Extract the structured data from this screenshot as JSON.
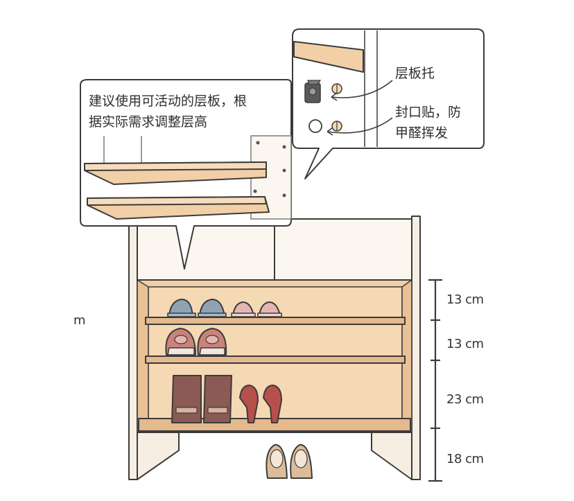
{
  "callouts": {
    "shelf_advice_line1": "建议使用可活动的层板，根",
    "shelf_advice_line2": "据实际需求调整层高",
    "shelf_support": "层板托",
    "seal_line1": "封口贴，防",
    "seal_line2": "甲醛挥发"
  },
  "dimensions": {
    "edge_fragment": "m",
    "levels": [
      "13 cm",
      "13 cm",
      "23 cm",
      "18 cm"
    ]
  },
  "colors": {
    "wood": "#f2cfa7",
    "wood_dark": "#e4b98c",
    "panel": "#f7eee3",
    "outline": "#3b3b3b",
    "slipper_blue": "#8fa3b5",
    "slipper_pink": "#d6a4a0",
    "sneaker": "#c9837b",
    "boot": "#8b5a55",
    "heel": "#b5504c",
    "flat": "#dcbc9a"
  }
}
